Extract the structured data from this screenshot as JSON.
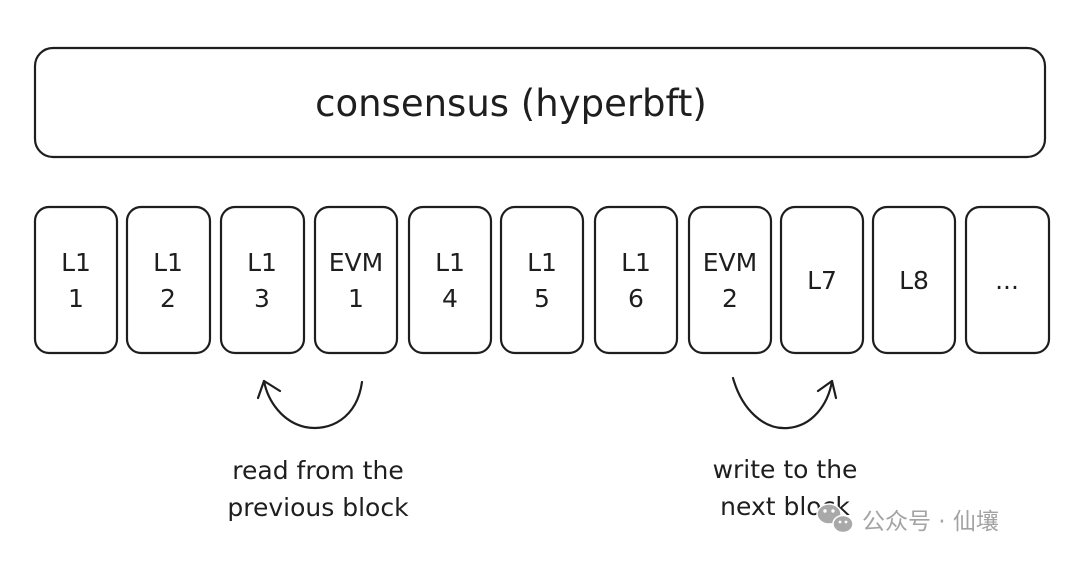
{
  "consensus": {
    "label": "consensus (hyperbft)"
  },
  "blocks": [
    {
      "line1": "L1",
      "line2": "1"
    },
    {
      "line1": "L1",
      "line2": "2"
    },
    {
      "line1": "L1",
      "line2": "3"
    },
    {
      "line1": "EVM",
      "line2": "1"
    },
    {
      "line1": "L1",
      "line2": "4"
    },
    {
      "line1": "L1",
      "line2": "5"
    },
    {
      "line1": "L1",
      "line2": "6"
    },
    {
      "line1": "EVM",
      "line2": "2"
    },
    {
      "line1": "L7"
    },
    {
      "line1": "L8"
    },
    {
      "line1": "..."
    }
  ],
  "annotations": {
    "read": {
      "line1": "read from the",
      "line2": "previous block"
    },
    "write": {
      "line1": "write to the",
      "line2": "next block"
    }
  },
  "watermark": {
    "icon": "wechat-icon",
    "text": "公众号 · 仙壤"
  }
}
